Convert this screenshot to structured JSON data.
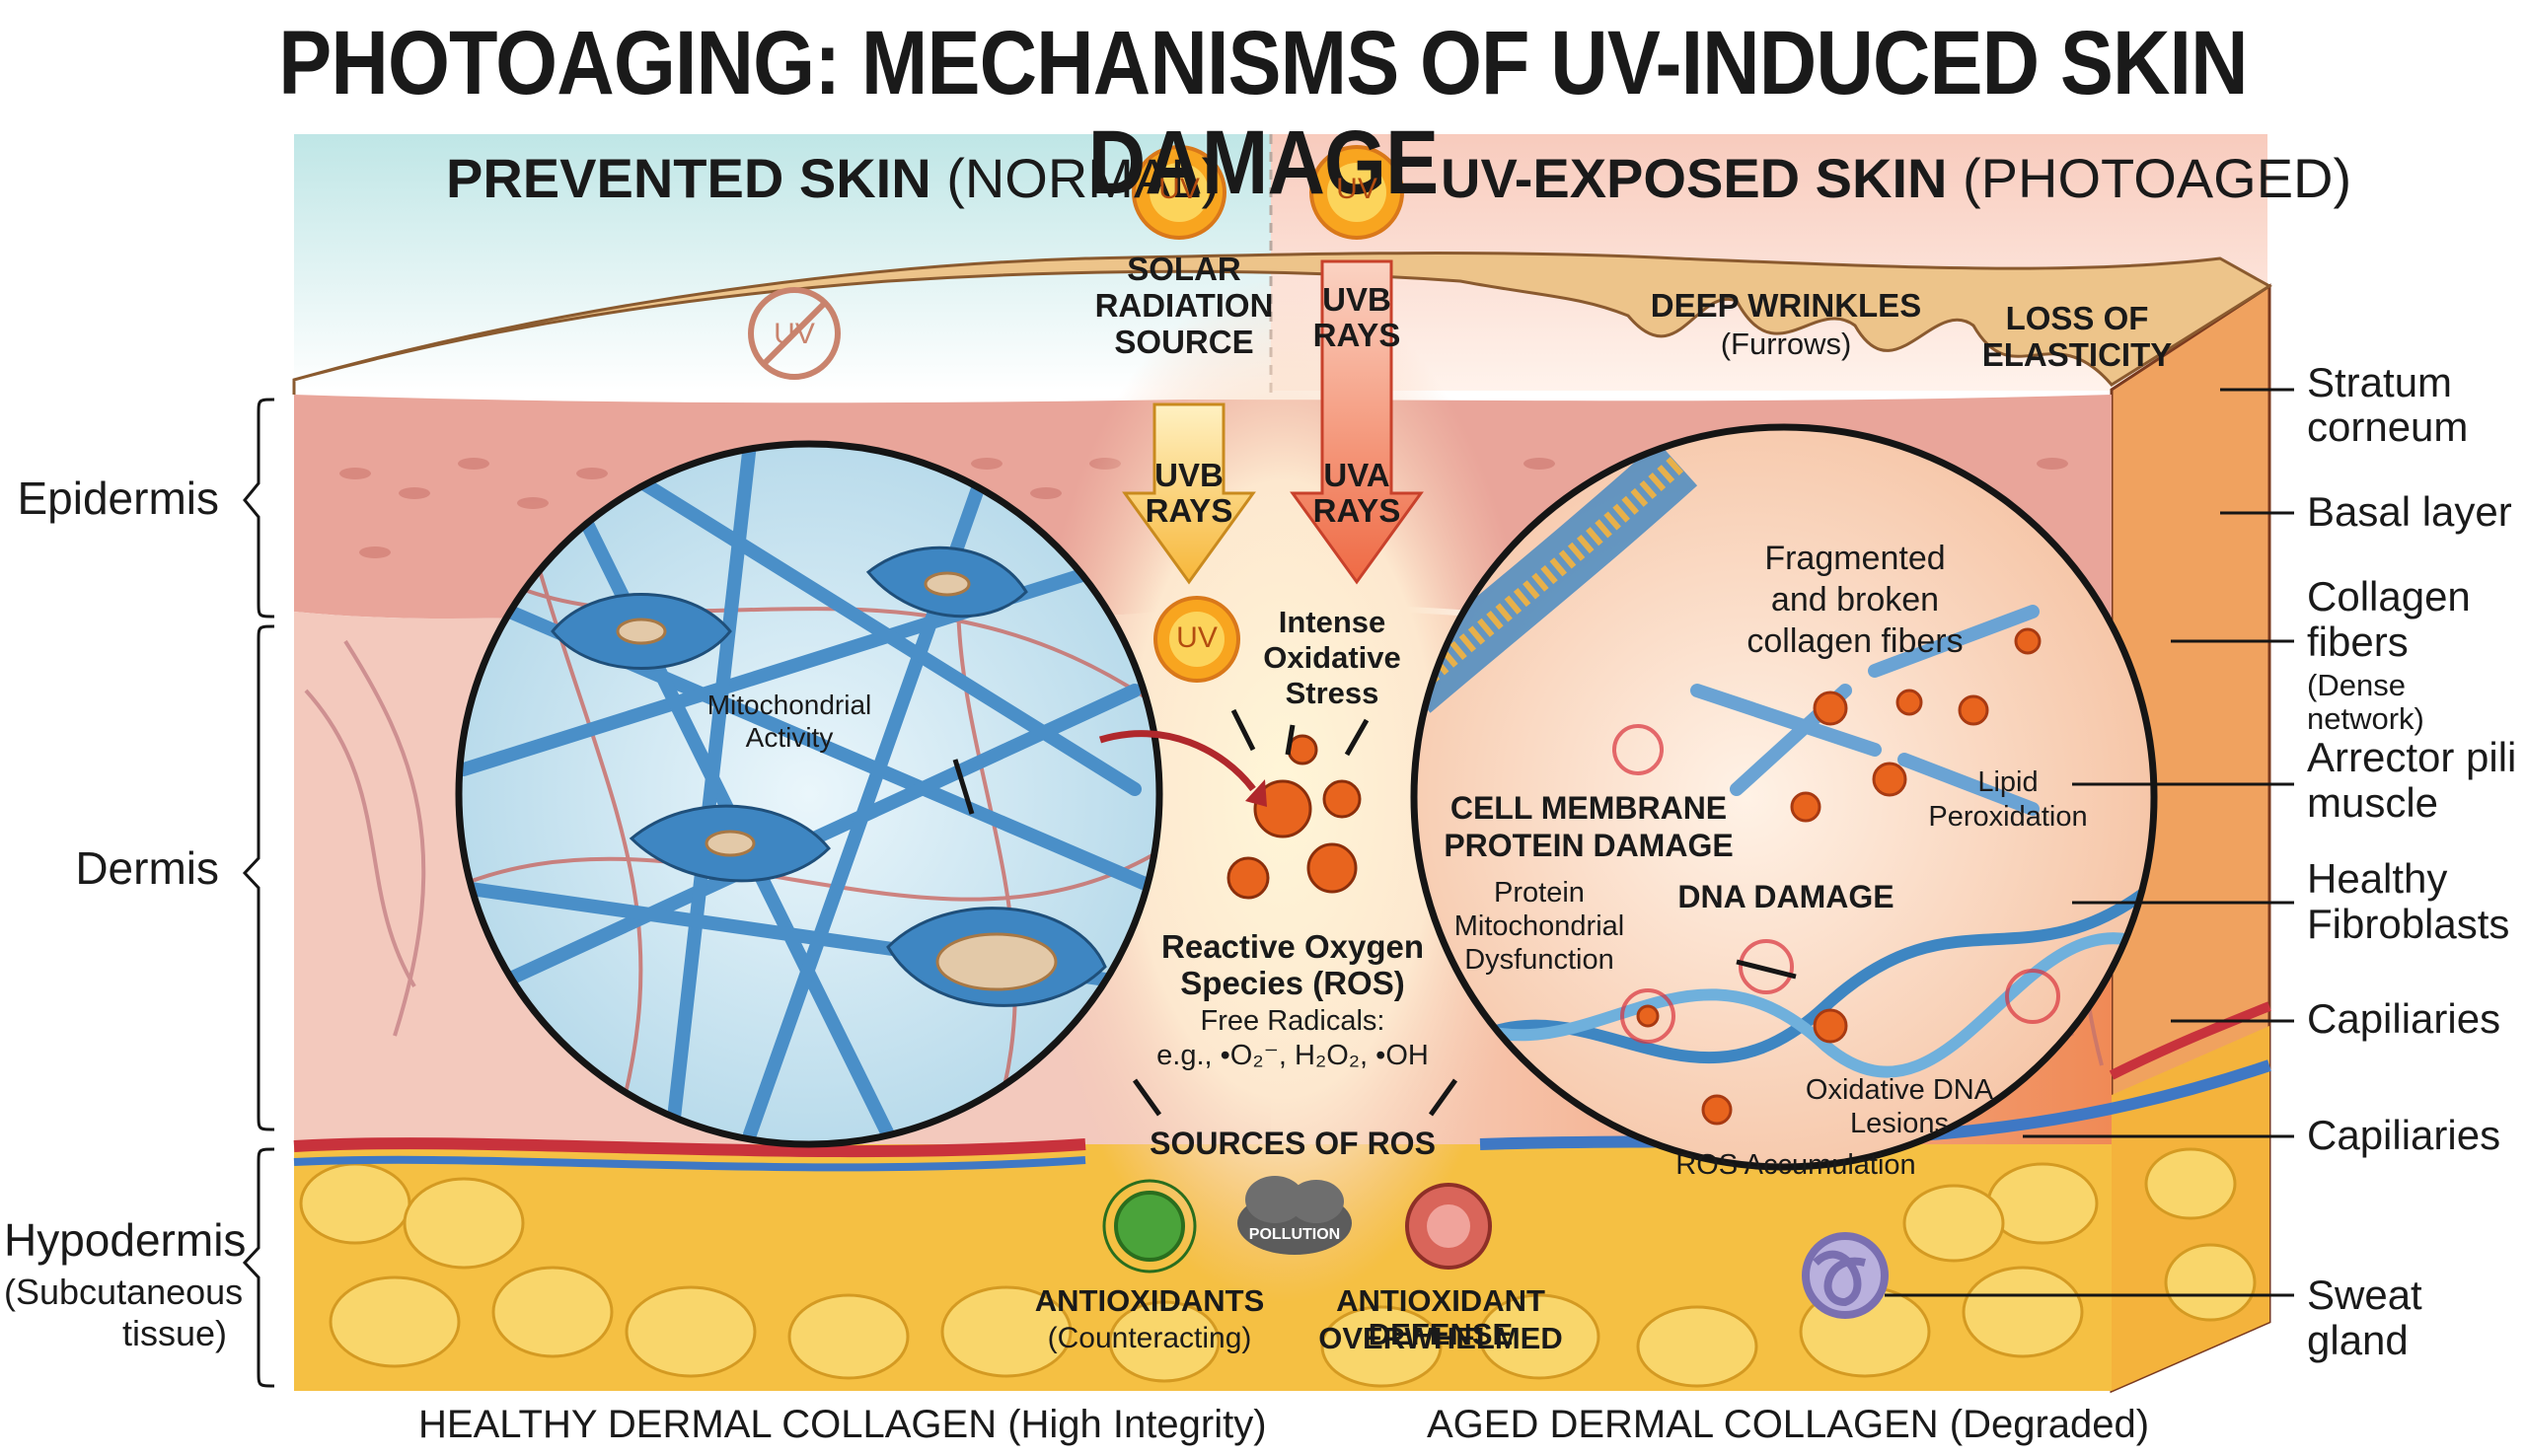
{
  "title": "PHOTOAGING: MECHANISMS OF UV-INDUCED SKIN DAMAGE",
  "left_panel": {
    "title": "PREVENTED SKIN",
    "title_suffix": "(NORMAL)",
    "bottom_caption": "HEALTHY DERMAL COLLAGEN (High Integrity)"
  },
  "right_panel": {
    "title": "UV-EXPOSED SKIN",
    "title_suffix": "(PHOTOAGED)",
    "bottom_caption": "AGED DERMAL COLLAGEN (Degraded)"
  },
  "uv_badge": "UV",
  "blocked_uv_badge": "UV",
  "layers_left": {
    "epidermis": "Epidermis",
    "dermis": "Dermis",
    "hypodermis": "Hypodermis",
    "hypodermis_sub_1": "(Subcutaneous",
    "hypodermis_sub_2": "tissue)"
  },
  "labels_right": {
    "stratum_1": "Stratum",
    "stratum_2": "corneum",
    "basal": "Basal layer",
    "collagen_1": "Collagen",
    "collagen_2": "fibers",
    "collagen_3": "(Dense network)",
    "arrector_1": "Arrector pili",
    "arrector_2": "muscle",
    "fibro_1": "Healthy",
    "fibro_2": "Fibroblasts",
    "capillaries_1": "Capiliaries",
    "capillaries_2": "Capiliaries",
    "sweat": "Sweat gland"
  },
  "center": {
    "solar_1": "SOLAR",
    "solar_2": "RADIATION",
    "solar_3": "SOURCE",
    "uvb_top_1": "UVB",
    "uvb_top_2": "RAYS",
    "uvb_arrow_1": "UVB",
    "uvb_arrow_2": "RAYS",
    "uva_arrow_1": "UVA",
    "uva_arrow_2": "RAYS",
    "stress_1": "Intense",
    "stress_2": "Oxidative",
    "stress_3": "Stress",
    "ros_1": "Reactive Oxygen",
    "ros_2": "Species (ROS)",
    "free_rad": "Free Radicals:",
    "examples": "e.g., •O₂⁻, H₂O₂, •OH",
    "sources": "SOURCES OF ROS",
    "pollution": "POLLUTION",
    "antiox_1": "ANTIOXIDANTS",
    "antiox_2": "(Counteracting)",
    "defense_1": "ANTIOXIDANT DEFENSE",
    "defense_2": "OVERWHELMED"
  },
  "left_circle": {
    "mito_1": "Mitochondrial",
    "mito_2": "Activity"
  },
  "right_top": {
    "wrinkles_1": "DEEP WRINKLES",
    "wrinkles_2": "(Furrows)",
    "elastic_1": "LOSS OF",
    "elastic_2": "ELASTICITY"
  },
  "right_circle": {
    "frag_1": "Fragmented",
    "frag_2": "and broken",
    "frag_3": "collagen fibers",
    "membrane_1": "CELL MEMBRANE",
    "membrane_2": "PROTEIN DAMAGE",
    "lipid_1": "Lipid",
    "lipid_2": "Peroxidation",
    "protein_1": "Protein",
    "protein_2": "Mitochondrial",
    "protein_3": "Dysfunction",
    "dna": "DNA DAMAGE",
    "lesion_1": "Oxidative DNA",
    "lesion_2": "Lesions",
    "ros_acc": "ROS Accumulation"
  },
  "colors": {
    "fat": "#f5c043",
    "epidermis": "#e9a59a",
    "dermis_left": "#f3c9bd",
    "dermis_right": "#f2a27a",
    "collagen": "#4a8fc8",
    "vessel": "#c8323c",
    "ros": "#e8641e",
    "uv_sun": "#f5a623"
  }
}
